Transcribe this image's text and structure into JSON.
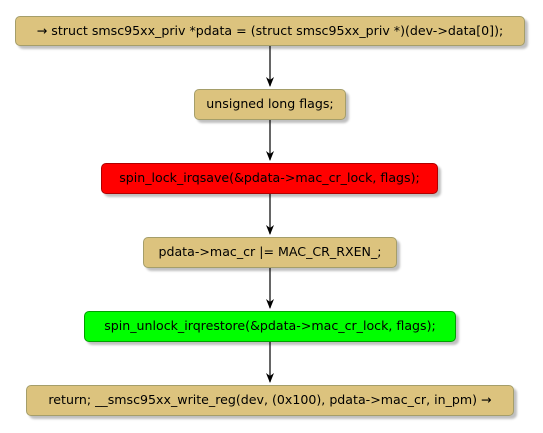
{
  "diagram": {
    "nodes": [
      {
        "id": "n1",
        "text": "→ struct smsc95xx_priv *pdata = (struct smsc95xx_priv *)(dev->data[0]);"
      },
      {
        "id": "n2",
        "text": "unsigned long flags;"
      },
      {
        "id": "n3",
        "text": "spin_lock_irqsave(&pdata->mac_cr_lock, flags);",
        "fill": "#ff0000"
      },
      {
        "id": "n4",
        "text": "pdata->mac_cr |= MAC_CR_RXEN_;"
      },
      {
        "id": "n5",
        "text": "spin_unlock_irqrestore(&pdata->mac_cr_lock, flags);",
        "fill": "#00ff00"
      },
      {
        "id": "n6",
        "text": "return; __smsc95xx_write_reg(dev, (0x100), pdata->mac_cr, in_pm) →"
      }
    ],
    "colors": {
      "node_fill": "#dcc37e",
      "lock_fill": "#ff0000",
      "unlock_fill": "#00ff00",
      "arrow": "#000000"
    }
  }
}
